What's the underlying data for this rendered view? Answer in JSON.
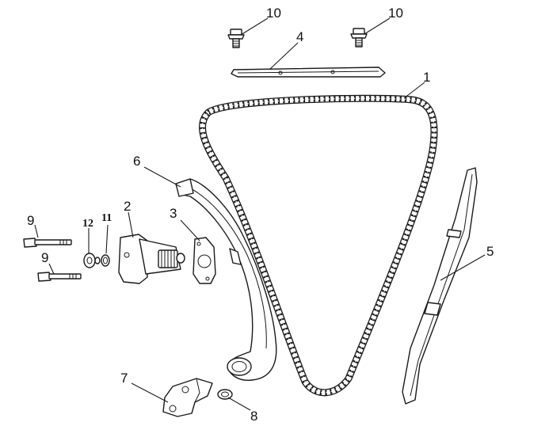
{
  "diagram": {
    "callouts": [
      {
        "id": "1",
        "label": "1"
      },
      {
        "id": "2",
        "label": "2"
      },
      {
        "id": "3",
        "label": "3"
      },
      {
        "id": "4",
        "label": "4"
      },
      {
        "id": "5",
        "label": "5"
      },
      {
        "id": "6",
        "label": "6"
      },
      {
        "id": "7",
        "label": "7"
      },
      {
        "id": "8",
        "label": "8"
      },
      {
        "id": "9a",
        "label": "9"
      },
      {
        "id": "9b",
        "label": "9"
      },
      {
        "id": "10a",
        "label": "10"
      },
      {
        "id": "10b",
        "label": "10"
      },
      {
        "id": "11",
        "label": "11"
      },
      {
        "id": "12",
        "label": "12"
      }
    ]
  }
}
